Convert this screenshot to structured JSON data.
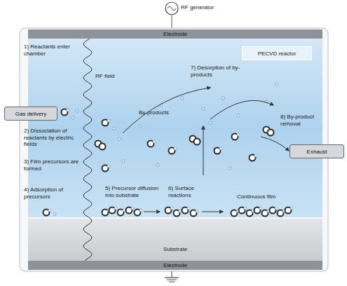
{
  "diagram": {
    "nodes": [
      {
        "text": [
          "Electrode"
        ]
      },
      {
        "text": [
          "PECVD reactor"
        ]
      },
      {
        "text": [
          "Gas delivery"
        ]
      },
      {
        "text": [
          "Exhaust"
        ]
      },
      {
        "text": [
          "Substrate"
        ]
      },
      {
        "text": [
          "Electrode"
        ]
      }
    ],
    "labels": [
      "RF generator",
      "1) Reactants enter chamber",
      "RF field",
      "2) Dissociation of reactants by electric fields",
      "3) Film precursors are formed",
      "4) Adsorption of precursors",
      "By-products",
      "7) Desorption of by-products",
      "8) By-product removal",
      "5) Precursor diffusion into substrate",
      "6) Surface reactions",
      "Continuous film"
    ]
  }
}
